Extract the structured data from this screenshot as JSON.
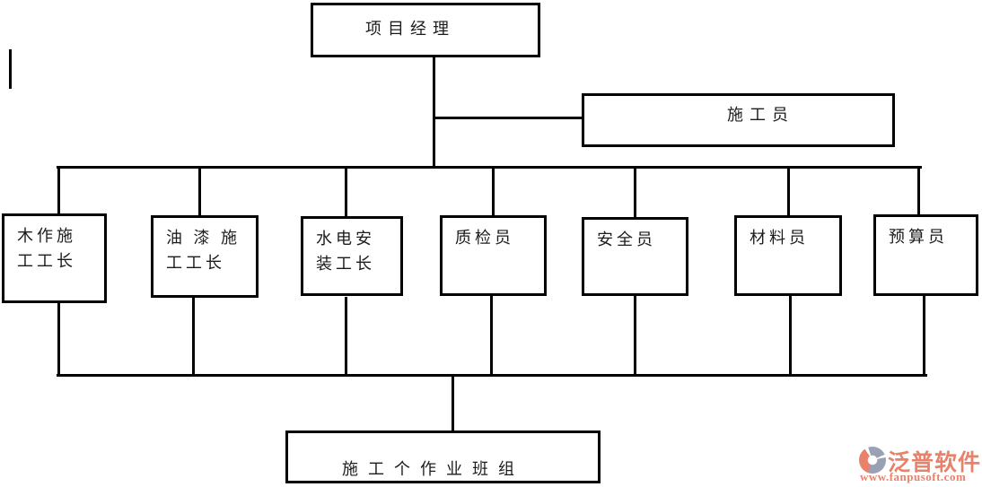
{
  "diagram": {
    "type": "org-chart",
    "nodes": {
      "root": {
        "label": "项目经理"
      },
      "staff": {
        "label": "施工员"
      },
      "middle": [
        {
          "label": "木作施\n工工长"
        },
        {
          "label": "油 漆 施\n工工长"
        },
        {
          "label": "水电安\n装工长"
        },
        {
          "label": "质检员"
        },
        {
          "label": "安全员"
        },
        {
          "label": "材料员"
        },
        {
          "label": "预算员"
        }
      ],
      "bottom": {
        "label": "施工个作业班组"
      }
    },
    "line_color": "#000000",
    "background_color": "#ffffff"
  },
  "branding": {
    "logo_text": "泛普软件",
    "website": "www.fanpusoft.com",
    "accent_color": "#e8826a",
    "icon_gray": "#9aa1b5"
  }
}
